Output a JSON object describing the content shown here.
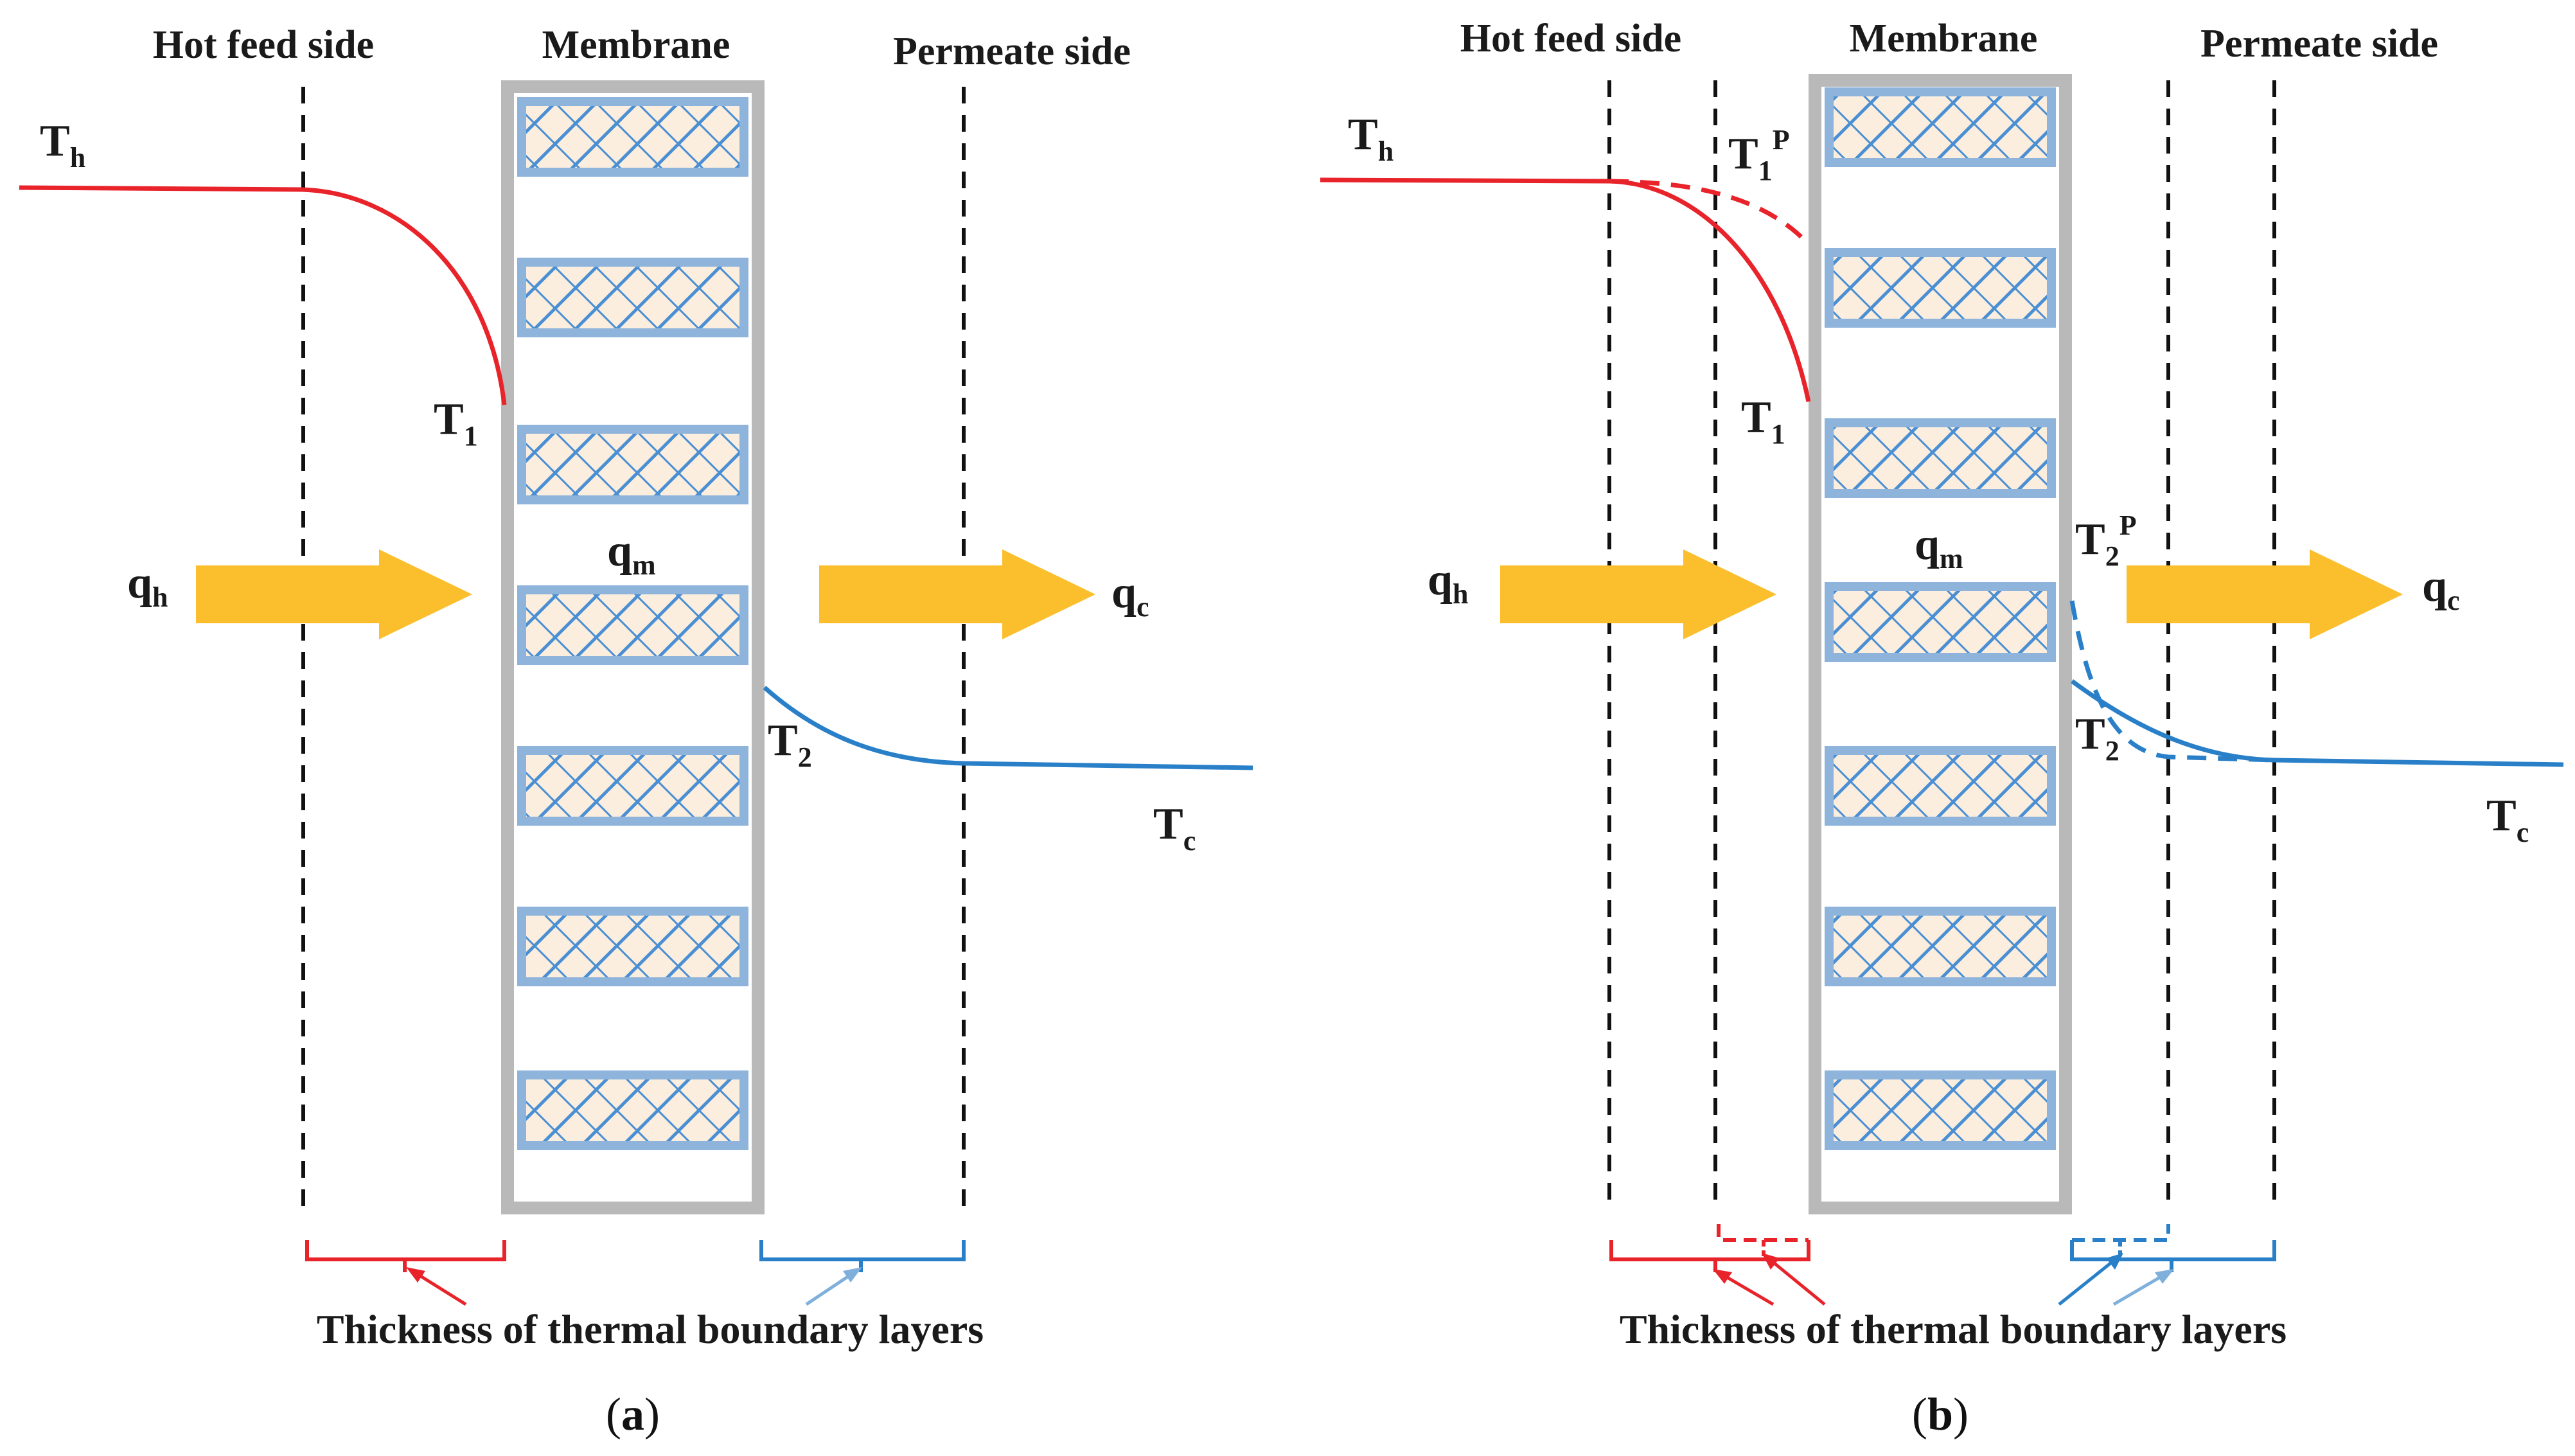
{
  "colors": {
    "hot": "#e8232a",
    "cold": "#2a80c8",
    "arrow": "#fbbf2e",
    "frame": "#b9b9b9",
    "block_fill": "#fbeede",
    "block_edge": "#8eb4dc",
    "dashed": "#111111"
  },
  "headers": {
    "hot_feed": "Hot feed side",
    "membrane": "Membrane",
    "permeate": "Permeate side"
  },
  "symbols": {
    "T": "T",
    "q": "q",
    "h": "h",
    "c": "c",
    "m": "m",
    "one": "1",
    "two": "2",
    "P": "P"
  },
  "caption": "Thickness of thermal boundary layers",
  "panels": {
    "a": {
      "open": "(",
      "letter": "a",
      "close": ")"
    },
    "b": {
      "open": "(",
      "letter": "b",
      "close": ")"
    }
  }
}
